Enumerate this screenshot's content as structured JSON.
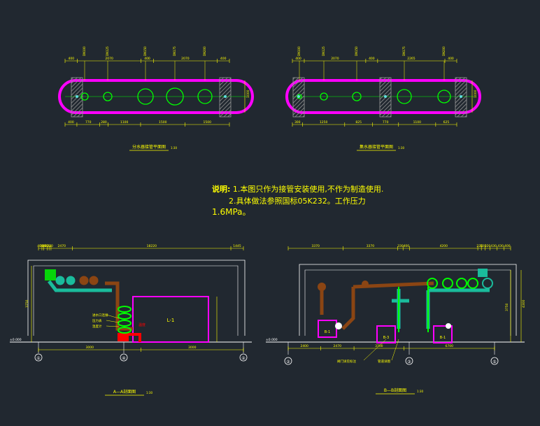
{
  "colors": {
    "background": "#212830",
    "dimension": "#ffff00",
    "frame": "#ffffff",
    "tank": "#ff00ff",
    "pipe_brown": "#8b4513",
    "pipe_teal": "#1abc9c",
    "pipe_green": "#00ff00",
    "pipe_red": "#ff0000",
    "hatch": "#9a9a9a",
    "axis": "#ffffff"
  },
  "notes": {
    "label": "说明:",
    "line1": "1.本图只作为接管安装使用,不作为制造使用.",
    "line2": "2.具体做法参照国标05K232。工作压力",
    "line3": "1.6MPa。"
  },
  "plan_left": {
    "title": "分水器接管平面图",
    "top_dims": [
      "400",
      "2070",
      "400",
      "2070",
      "400"
    ],
    "bottom_dims": [
      "400",
      "770",
      "280",
      "1100",
      "1500",
      "1500"
    ],
    "side_dim": "1000"
  },
  "plan_right": {
    "title": "集水器接管平面图",
    "top_dims": [
      "400",
      "2070",
      "400",
      "2265",
      "400"
    ],
    "bottom_dims": [
      "300",
      "1250",
      "825",
      "770",
      "1100",
      "625"
    ],
    "side_dim": "1000"
  },
  "section_aa": {
    "title": "A—A剖面图",
    "top_dims": [
      "400",
      "200",
      "400",
      "220",
      "220",
      "2470",
      "18220",
      "1445"
    ],
    "bottom_dims": [
      "3000",
      "3000"
    ],
    "level_label": "±0.000",
    "tank_label": "L-1",
    "axis_labels": [
      "①",
      "④",
      "②"
    ],
    "side_dims": [
      "3750",
      "4300"
    ],
    "callouts": [
      "进水口连接",
      "压力表",
      "温度计"
    ]
  },
  "section_bb": {
    "title": "B—B剖面图",
    "top_dims": [
      "3370",
      "3370",
      "330",
      "400",
      "4200",
      "220",
      "220",
      "320",
      "430",
      "430",
      "400"
    ],
    "bottom_dims": [
      "2400",
      "2470",
      "3700",
      "6700"
    ],
    "level_label": "±0.000",
    "pump_labels": [
      "B-1",
      "B-3",
      "B-1"
    ],
    "axis_labels": [
      "②",
      "③",
      "⑤"
    ],
    "side_dims": [
      "3750",
      "4300"
    ],
    "callouts": [
      "阀门详见标注",
      "管道详图"
    ]
  }
}
